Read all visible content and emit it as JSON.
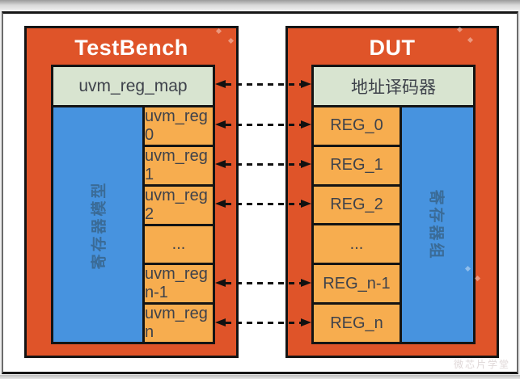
{
  "diagram": {
    "testbench": {
      "title": "TestBench",
      "map_label": "uvm_reg_map",
      "bar_label": "寄存器模型",
      "rows": [
        "uvm_reg 0",
        "uvm_reg 1",
        "uvm_reg 2",
        "...",
        "uvm_reg n-1",
        "uvm_reg n"
      ]
    },
    "dut": {
      "title": "DUT",
      "map_label": "地址译码器",
      "bar_label": "寄存器组",
      "rows": [
        "REG_0",
        "REG_1",
        "REG_2",
        "...",
        "REG_n-1",
        "REG_n"
      ]
    },
    "arrows": {
      "count": 6,
      "style": "dashed-double-headed",
      "connected_rows": [
        "map",
        "row0",
        "row1",
        "row2",
        "row n-1",
        "row n"
      ]
    },
    "watermark": "微芯片学堂",
    "colors": {
      "block_bg": "#DF5429",
      "row_bg": "#F7AD4F",
      "map_bg": "#D8E4D0",
      "bar_bg": "#4793DF",
      "border": "#141414",
      "title_text": "#FFFFFF",
      "row_text": "#3E424B",
      "bar_text": "#3A6B97",
      "arrow": "#111111"
    }
  }
}
